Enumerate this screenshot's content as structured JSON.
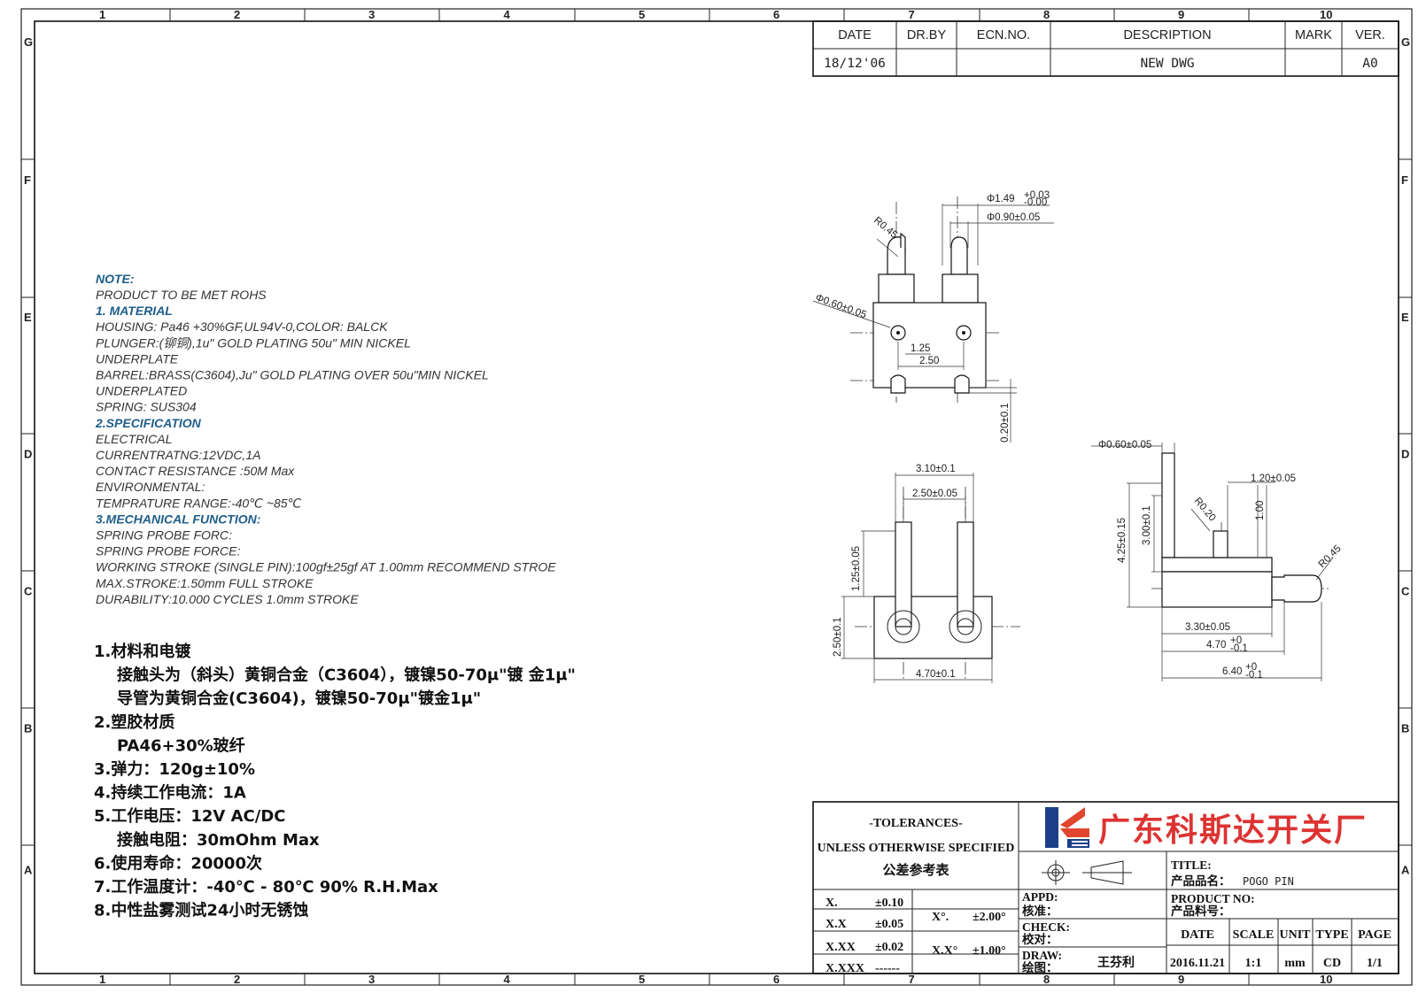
{
  "grid": {
    "cols": [
      "1",
      "2",
      "3",
      "4",
      "5",
      "6",
      "7",
      "8",
      "9",
      "10"
    ],
    "rows": [
      "G",
      "F",
      "E",
      "D",
      "C",
      "B",
      "A"
    ]
  },
  "revision": {
    "headers": [
      "DATE",
      "DR.BY",
      "ECN.NO.",
      "DESCRIPTION",
      "MARK",
      "VER."
    ],
    "values": [
      "18/12'06",
      "",
      "",
      "NEW  DWG",
      "",
      "A0"
    ]
  },
  "notes": {
    "heading": "NOTE:",
    "lines": [
      {
        "text": "PRODUCT TO BE MET ROHS",
        "style": "normal"
      },
      {
        "text": "1. MATERIAL",
        "style": "head"
      },
      {
        "text": "HOUSING: Pa46 +30%GF,UL94V-0,COLOR: BALCK",
        "style": "normal"
      },
      {
        "text": "PLUNGER:(铆铜),1u\" GOLD PLATING 50u\" MIN NICKEL",
        "style": "normal"
      },
      {
        "text": "UNDERPLATE",
        "style": "normal"
      },
      {
        "text": "BARREL:BRASS(C3604),Ju\" GOLD PLATING OVER 50u\"MIN NICKEL",
        "style": "normal"
      },
      {
        "text": "UNDERPLATED",
        "style": "normal"
      },
      {
        "text": "SPRING: SUS304",
        "style": "normal"
      },
      {
        "text": "2.SPECIFICATION",
        "style": "head"
      },
      {
        "text": "ELECTRICAL",
        "style": "normal"
      },
      {
        "text": "CURRENTRATNG:12VDC,1A",
        "style": "normal"
      },
      {
        "text": "CONTACT RESISTANCE :50M Max",
        "style": "normal"
      },
      {
        "text": "ENVIRONMENTAL:",
        "style": "normal"
      },
      {
        "text": "TEMPRATURE RANGE:-40℃ ~85℃",
        "style": "normal"
      },
      {
        "text": "3.MECHANICAL FUNCTION:",
        "style": "head"
      },
      {
        "text": "SPRING PROBE FORC:",
        "style": "normal"
      },
      {
        "text": "SPRING PROBE FORCE:",
        "style": "normal"
      },
      {
        "text": "WORKING STROKE (SINGLE PIN):100gf±25gf AT 1.00mm RECOMMEND STROE",
        "style": "normal"
      },
      {
        "text": "MAX.STROKE:1.50mm FULL STROKE",
        "style": "normal"
      },
      {
        "text": "DURABILITY:10.000 CYCLES 1.0mm STROKE",
        "style": "normal"
      }
    ]
  },
  "cn_notes": [
    "1.材料和电镀",
    "　接触头为（斜头）黄铜合金（C3604），镀镍50-70μ\"镀 金1μ\"",
    "　导管为黄铜合金(C3604)，镀镍50-70μ\"镀金1μ\"",
    "2.塑胶材质",
    "　PA46+30%玻纤",
    "3.弹力：120g±10%",
    "4.持续工作电流：1A",
    "5.工作电压：12V AC/DC",
    "　接触电阻：30mOhm Max",
    "6.使用寿命：20000次",
    "7.工作温度计：-40℃ - 80℃  90% R.H.Max",
    "8.中性盐雾测试24小时无锈蚀"
  ],
  "dims": {
    "top_phi149": "Φ1.49",
    "top_phi149_tol_up": "+0.03",
    "top_phi149_tol_dn": "-0.00",
    "top_phi090": "Φ0.90±0.05",
    "top_r045": "R0.45",
    "top_phi060": "Φ0.60±0.05",
    "top_125": "1.25",
    "top_250": "2.50",
    "top_020": "0.20±0.1",
    "front_310": "3.10±0.1",
    "front_250": "2.50±0.05",
    "front_125": "1.25±0.05",
    "front_250v": "2.50±0.1",
    "front_470": "4.70±0.1",
    "side_phi060": "Φ0.60±0.05",
    "side_120": "1.20±0.05",
    "side_r020": "R0.20",
    "side_100": "1.00",
    "side_425": "4.25±0.15",
    "side_300": "3.00±0.1",
    "side_r045": "R0.45",
    "side_330": "3.30±0.05",
    "side_470": "4.70",
    "side_470_up": "+0",
    "side_470_dn": "-0.1",
    "side_640": "6.40",
    "side_640_up": "+0",
    "side_640_dn": "-0.1"
  },
  "title_block": {
    "tol_title": "-TOLERANCES-",
    "tol_sub": "UNLESS OTHERWISE SPECIFIED",
    "tol_cn": "公差参考表",
    "tol_rows": [
      [
        "X.",
        "±0.10"
      ],
      [
        "X.X",
        "±0.05"
      ],
      [
        "X.XX",
        "±0.02"
      ],
      [
        "X.XXX",
        "------"
      ]
    ],
    "ang_rows": [
      [
        "X°.",
        "±2.00°"
      ],
      [
        "X.X°",
        "±1.00°"
      ]
    ],
    "company": "广东科斯达开关厂",
    "title_label": "TITLE:",
    "name_label": "产品品名：",
    "name_value": "POGO PIN",
    "pn_label": "PRODUCT NO:",
    "pn_cn": "产品料号：",
    "appd": "APPD:",
    "appd_cn": "核准：",
    "check": "CHECK:",
    "check_cn": "校对：",
    "draw": "DRAW:",
    "draw_cn": "绘图：",
    "draw_name": "王芬利",
    "info_headers": [
      "DATE",
      "SCALE",
      "UNIT",
      "TYPE",
      "PAGE"
    ],
    "info_values": [
      "2016.11.21",
      "1:1",
      "mm",
      "CD",
      "1/1"
    ]
  }
}
